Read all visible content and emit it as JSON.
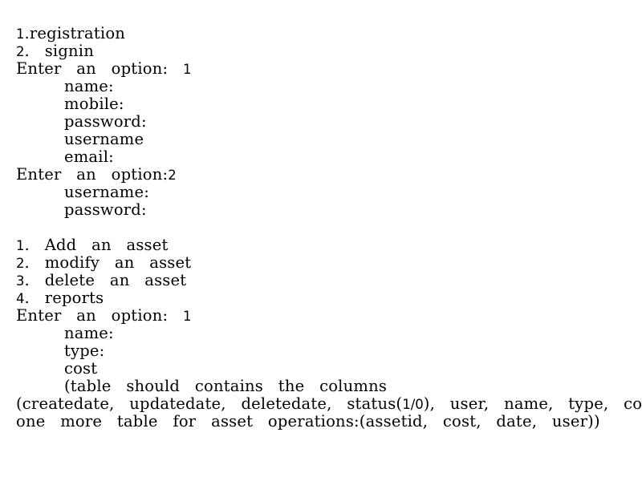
{
  "document": {
    "lines": [
      {
        "num": "1",
        "text": ".registration",
        "indent": false
      },
      {
        "num": "2",
        "text": ".  signin",
        "indent": false
      },
      {
        "num": "",
        "text": "Enter  an  option:  ",
        "tail": "1",
        "indent": false
      },
      {
        "num": "",
        "text": "name:",
        "indent": true
      },
      {
        "num": "",
        "text": "mobile:",
        "indent": true
      },
      {
        "num": "",
        "text": "password:",
        "indent": true
      },
      {
        "num": "",
        "text": "username",
        "indent": true
      },
      {
        "num": "",
        "text": "email:",
        "indent": true
      },
      {
        "num": "",
        "text": "Enter  an  option:",
        "tail": "2",
        "indent": false
      },
      {
        "num": "",
        "text": "username:",
        "indent": true
      },
      {
        "num": "",
        "text": "password:",
        "indent": true
      },
      {
        "blank": true
      },
      {
        "num": "1",
        "text": ".  Add  an  asset",
        "indent": false
      },
      {
        "num": "2",
        "text": ".  modify  an  asset",
        "indent": false
      },
      {
        "num": "3",
        "text": ".  delete  an  asset",
        "indent": false
      },
      {
        "num": "4",
        "text": ".  reports",
        "indent": false
      },
      {
        "num": "",
        "text": "Enter  an  option:  ",
        "tail": "1",
        "indent": false
      },
      {
        "num": "",
        "text": "name:",
        "indent": true
      },
      {
        "num": "",
        "text": "type:",
        "indent": true
      },
      {
        "num": "",
        "text": "cost",
        "indent": true
      },
      {
        "num": "",
        "text": "(table  should  contains  the  columns",
        "indent": true
      },
      {
        "num": "",
        "text": "(createdate,  updatedate,  deletedate,  status(",
        "tail": "1/0",
        "after": "),  user,  name,  type,  cost),",
        "indent": false
      },
      {
        "num": "",
        "text": "one  more  table  for  asset  operations:(assetid,  cost,  date,  user))",
        "indent": false
      }
    ]
  }
}
